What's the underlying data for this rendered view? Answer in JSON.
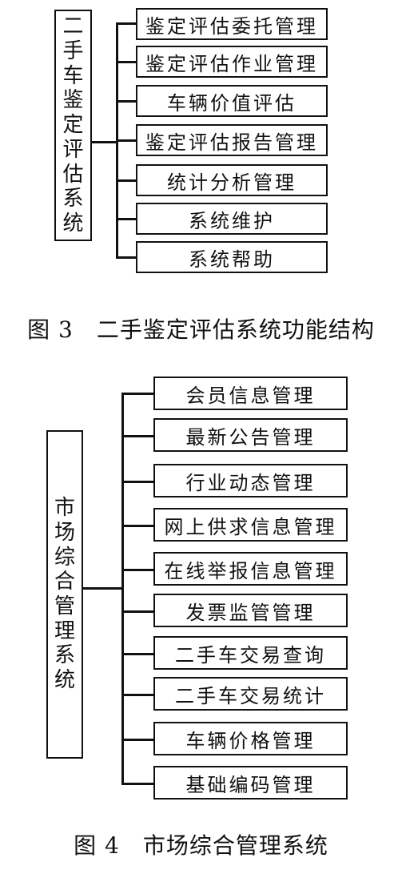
{
  "figure3": {
    "root": "二手车鉴定评估系统",
    "children": [
      "鉴定评估委托管理",
      "鉴定评估作业管理",
      "车辆价值评估",
      "鉴定评估报告管理",
      "统计分析管理",
      "系统维护",
      "系统帮助"
    ],
    "caption": "图 3　二手鉴定评估系统功能结构"
  },
  "figure4": {
    "root": "市场综合管理系统",
    "children": [
      "会员信息管理",
      "最新公告管理",
      "行业动态管理",
      "网上供求信息管理",
      "在线举报信息管理",
      "发票监管管理",
      "二手车交易查询",
      "二手车交易统计",
      "车辆价格管理",
      "基础编码管理"
    ],
    "caption": "图 4　市场综合管理系统"
  }
}
